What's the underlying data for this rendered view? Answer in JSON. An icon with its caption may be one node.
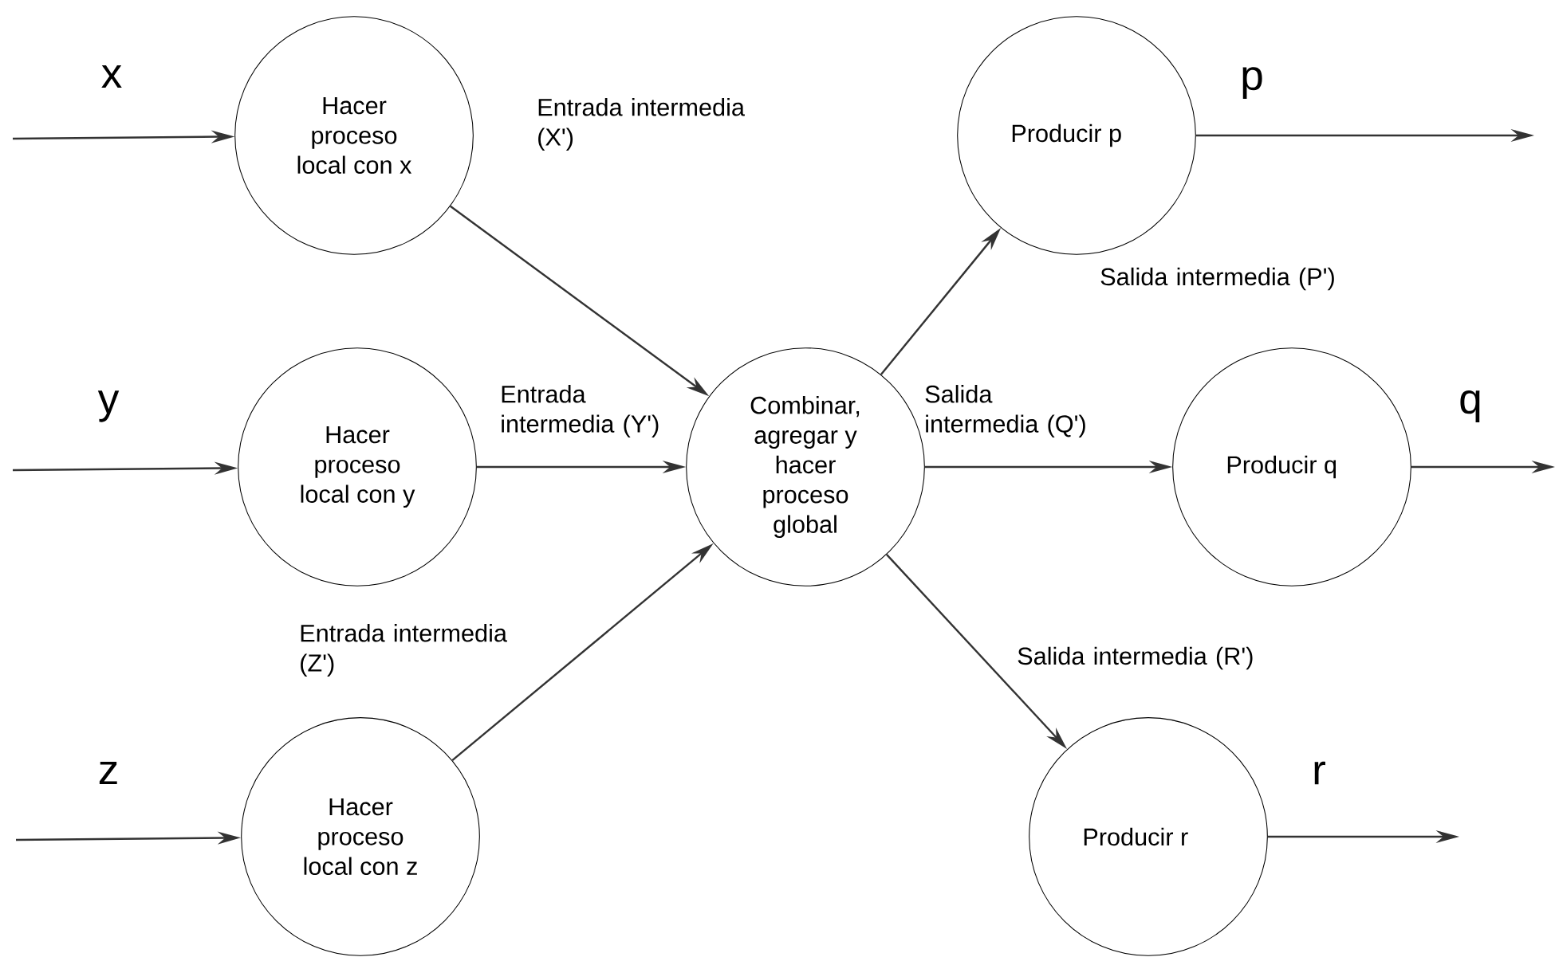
{
  "diagram": {
    "nodes": [
      {
        "text": [
          "Hacer proceso local con x"
        ]
      },
      {
        "text": [
          "Hacer proceso local con y"
        ]
      },
      {
        "text": [
          "Hacer proceso local con z"
        ]
      },
      {
        "text": [
          "Combinar, agregar y hacer proceso global"
        ]
      },
      {
        "text": [
          "Producir p"
        ]
      },
      {
        "text": [
          "Producir q"
        ]
      },
      {
        "text": [
          "Producir r"
        ]
      }
    ],
    "edges": [
      {
        "from": null,
        "to": 0,
        "arrow": "to",
        "label": "x"
      },
      {
        "from": null,
        "to": 1,
        "arrow": "to",
        "label": "y"
      },
      {
        "from": null,
        "to": 2,
        "arrow": "to",
        "label": "z"
      },
      {
        "from": 0,
        "to": 3,
        "arrow": "to",
        "label": "Entrada intermedia (X')"
      },
      {
        "from": 1,
        "to": 3,
        "arrow": "to",
        "label": "Entrada intermedia (Y')"
      },
      {
        "from": 2,
        "to": 3,
        "arrow": "to",
        "label": "Entrada intermedia (Z')"
      },
      {
        "from": 3,
        "to": 4,
        "arrow": "to",
        "label": "Salida intermedia (P')"
      },
      {
        "from": 3,
        "to": 5,
        "arrow": "to",
        "label": "Salida intermedia (Q')"
      },
      {
        "from": 3,
        "to": 6,
        "arrow": "to",
        "label": "Salida intermedia (R')"
      },
      {
        "from": 4,
        "to": null,
        "arrow": "to",
        "label": "p"
      },
      {
        "from": 5,
        "to": null,
        "arrow": "to",
        "label": "q"
      },
      {
        "from": 6,
        "to": null,
        "arrow": "to",
        "label": "r"
      }
    ]
  }
}
